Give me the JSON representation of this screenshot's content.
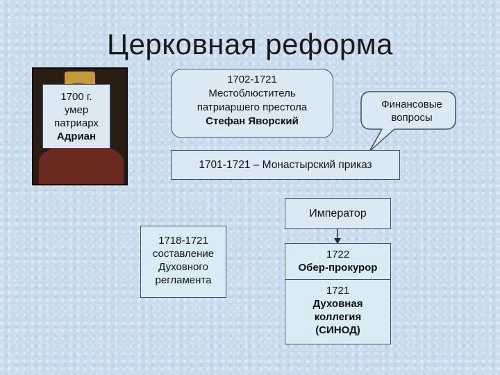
{
  "slide": {
    "title": "Церковная реформа"
  },
  "boxes": {
    "patriarch": {
      "year": "1700 г.",
      "line1": "умер",
      "line2": "патриарх",
      "name": "Адриан"
    },
    "locum_tenens": {
      "years": "1702-1721",
      "line1": "Местоблюститель",
      "line2": "патриаршего престола",
      "name": "Стефан Яворский"
    },
    "finance": {
      "line1": "Финансовые",
      "line2": "вопросы"
    },
    "monastery": {
      "text": "1701-1721 – Монастырский приказ"
    },
    "emperor": {
      "text": "Император"
    },
    "regulation": {
      "years": "1718-1721",
      "line1": "составление",
      "line2": "Духовного",
      "line3": "регламента"
    },
    "procurator": {
      "year": "1722",
      "name": "Обер-прокурор"
    },
    "synod": {
      "year": "1721",
      "line1": "Духовная",
      "line2": "коллегия",
      "line3": "(СИНОД)"
    }
  },
  "colors": {
    "background": "#c9dcee",
    "box_fill": "#dbe9f5",
    "box_border": "#3d4f5f"
  }
}
